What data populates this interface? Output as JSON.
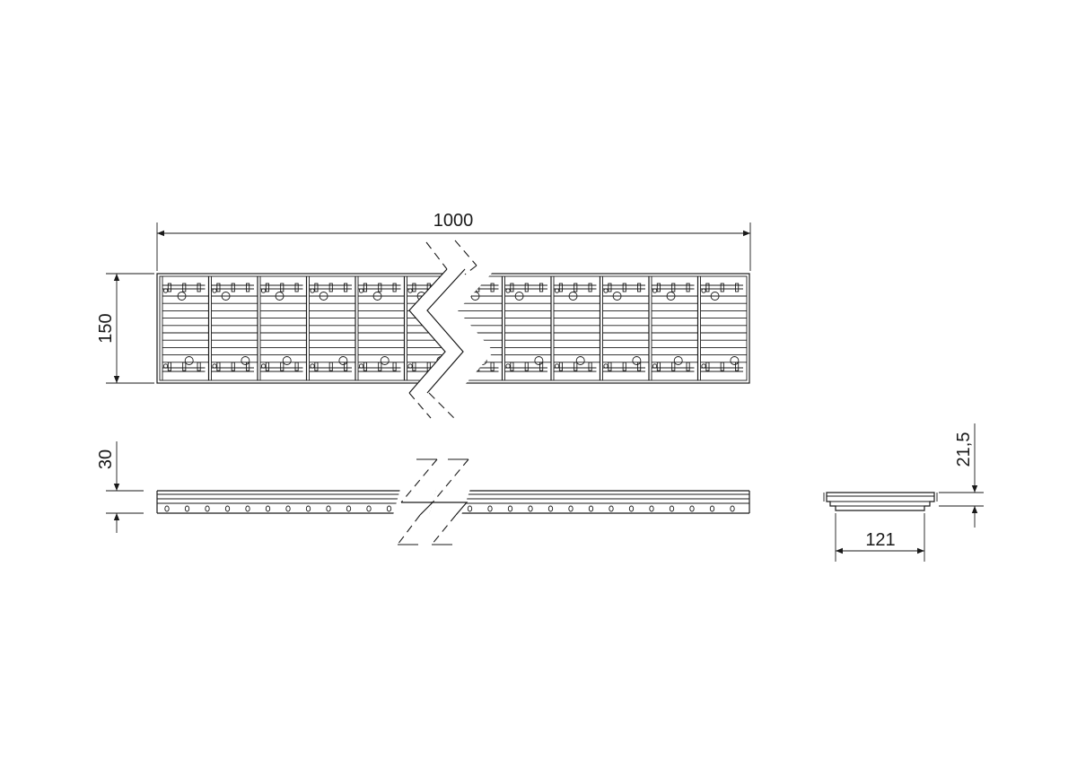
{
  "drawing": {
    "background": "#ffffff",
    "line_color": "#1a1a1a",
    "dimensions": {
      "length": "1000",
      "width": "150",
      "height": "30",
      "section_height": "21,5",
      "section_width": "121"
    },
    "grating_modules": 12
  }
}
